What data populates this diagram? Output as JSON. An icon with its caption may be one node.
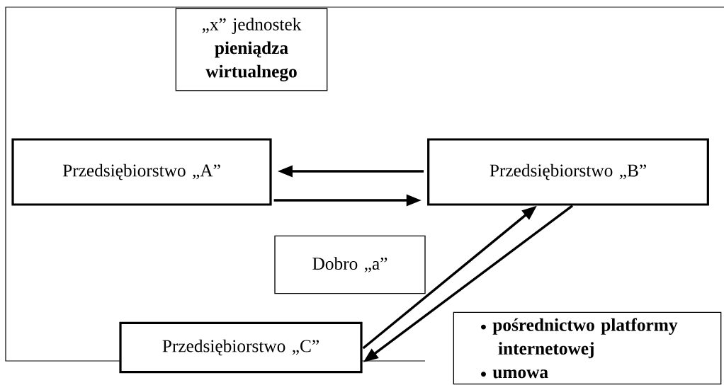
{
  "diagram": {
    "nodes": [
      {
        "text": [
          "„x” jednostek **pieniądza wirtualnego**"
        ]
      },
      {
        "text": [
          "Przedsiębiorstwo „A”"
        ]
      },
      {
        "text": [
          "Przedsiębiorstwo „B”"
        ]
      },
      {
        "text": [
          "Dobro „a”"
        ]
      },
      {
        "text": [
          "Przedsiębiorstwo „C”"
        ]
      },
      {
        "text": [
          "pośrednictwo platformy internetowej",
          "umowa"
        ]
      }
    ],
    "edges": [
      {
        "from": 2,
        "to": 1,
        "arrow": "to"
      },
      {
        "from": 1,
        "to": 2,
        "arrow": "to"
      },
      {
        "from": 4,
        "to": 2,
        "arrow": "to"
      },
      {
        "from": 2,
        "to": 4,
        "arrow": "to"
      }
    ]
  }
}
